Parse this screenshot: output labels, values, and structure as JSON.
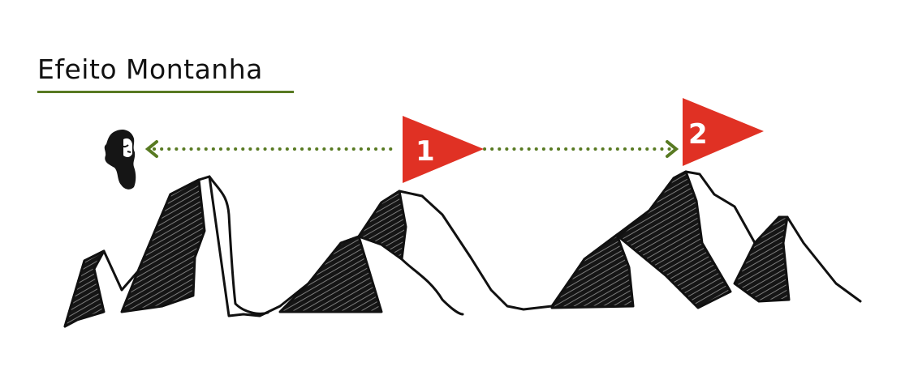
{
  "title": "Efeito Montanha",
  "colors": {
    "accent_green": "#587a22",
    "flag_red": "#e03124",
    "ink": "#111111"
  },
  "flags": [
    {
      "label": "1"
    },
    {
      "label": "2"
    }
  ],
  "icons": [
    "person-head-icon",
    "mountain-range",
    "flag-icon",
    "dotted-arrow"
  ]
}
